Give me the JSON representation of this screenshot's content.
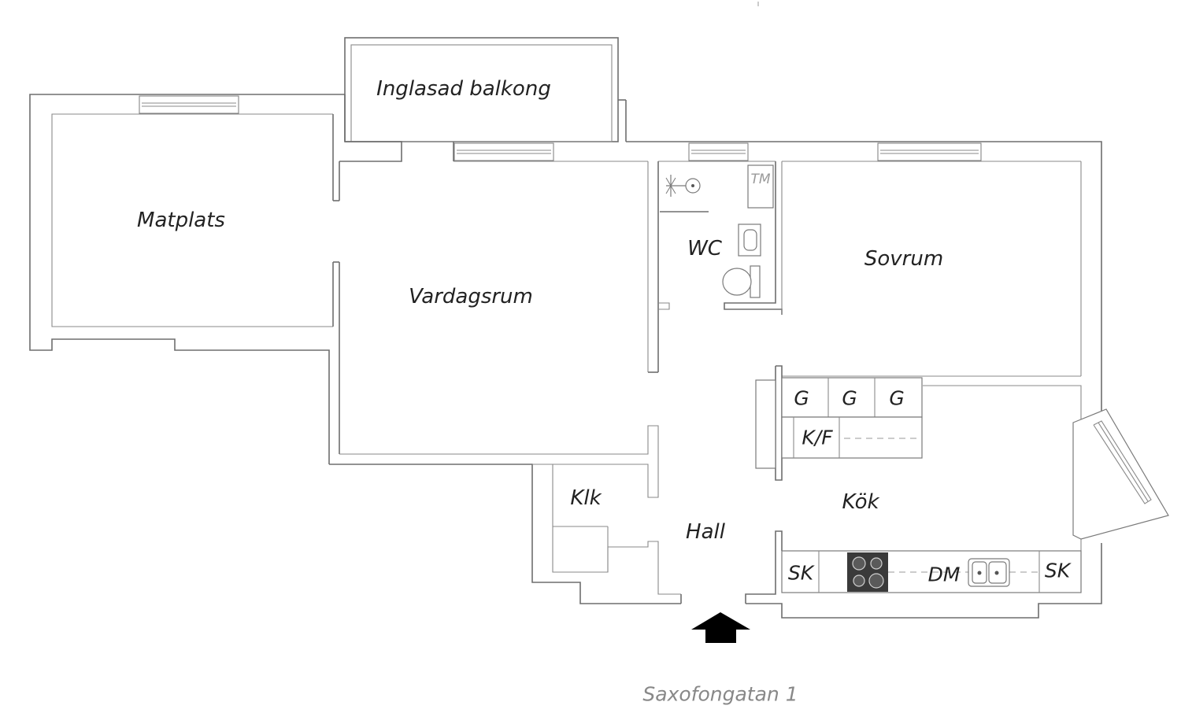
{
  "rooms": {
    "balcony": "Inglasad balkong",
    "dining": "Matplats",
    "living": "Vardagsrum",
    "wc": "WC",
    "bedroom": "Sovrum",
    "kitchen": "Kök",
    "hall": "Hall",
    "closet": "Klk"
  },
  "fixtures": {
    "tm": "TM",
    "g1": "G",
    "g2": "G",
    "g3": "G",
    "kf": "K/F",
    "sk_left": "SK",
    "dm": "DM",
    "sk_right": "SK"
  },
  "address": "Saxofongatan 1",
  "colors": {
    "wall": "#6e6e6e",
    "text": "#222222",
    "address": "#888888",
    "arrow": "#000000"
  },
  "icons": {
    "entrance": "entrance-arrow-icon",
    "shower": "shower-icon",
    "stove": "stove-icon",
    "sink": "sink-icon",
    "toilet": "toilet-icon"
  }
}
